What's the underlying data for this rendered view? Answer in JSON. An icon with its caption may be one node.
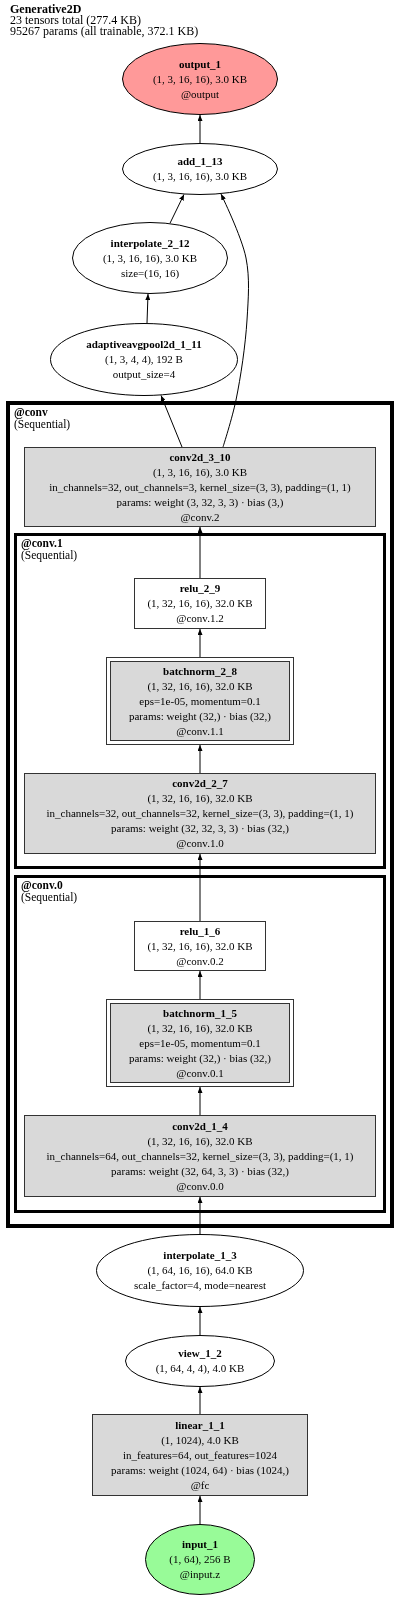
{
  "diagram": {
    "title": "Generative2D",
    "nodes": [
      {
        "text": [
          "output_1",
          "(1, 3, 16, 16), 3.0 KB",
          "@output"
        ]
      },
      {
        "text": [
          "add_1_13",
          "(1, 3, 16, 16), 3.0 KB"
        ]
      },
      {
        "text": [
          "interpolate_2_12",
          "(1, 3, 16, 16), 3.0 KB",
          "size=(16, 16)"
        ]
      },
      {
        "text": [
          "adaptiveavgpool2d_1_11",
          "(1, 3, 4, 4), 192 B",
          "output_size=4"
        ]
      },
      {
        "text": [
          "@conv",
          "(Sequential)"
        ]
      },
      {
        "text": [
          "conv2d_3_10",
          "(1, 3, 16, 16), 3.0 KB",
          "in_channels=32, out_channels=3, kernel_size=(3, 3), padding=(1, 1)",
          "params: weight (3, 32, 3, 3) · bias (3,)",
          "@conv.2"
        ],
        "in": 4
      },
      {
        "text": [
          "@conv.1",
          "(Sequential)"
        ],
        "in": 4
      },
      {
        "text": [
          "relu_2_9",
          "(1, 32, 16, 16), 32.0 KB",
          "@conv.1.2"
        ],
        "in": 6
      },
      {
        "text": [
          "batchnorm_2_8",
          "(1, 32, 16, 16), 32.0 KB",
          "eps=1e-05, momentum=0.1",
          "params: weight (32,) · bias (32,)",
          "@conv.1.1"
        ],
        "in": 6
      },
      {
        "text": [
          "conv2d_2_7",
          "(1, 32, 16, 16), 32.0 KB",
          "in_channels=32, out_channels=32, kernel_size=(3, 3), padding=(1, 1)",
          "params: weight (32, 32, 3, 3) · bias (32,)",
          "@conv.1.0"
        ],
        "in": 6
      },
      {
        "text": [
          "@conv.0",
          "(Sequential)"
        ],
        "in": 4
      },
      {
        "text": [
          "relu_1_6",
          "(1, 32, 16, 16), 32.0 KB",
          "@conv.0.2"
        ],
        "in": 10
      },
      {
        "text": [
          "batchnorm_1_5",
          "(1, 32, 16, 16), 32.0 KB",
          "eps=1e-05, momentum=0.1",
          "params: weight (32,) · bias (32,)",
          "@conv.0.1"
        ],
        "in": 10
      },
      {
        "text": [
          "conv2d_1_4",
          "(1, 32, 16, 16), 32.0 KB",
          "in_channels=64, out_channels=32, kernel_size=(3, 3), padding=(1, 1)",
          "params: weight (32, 64, 3, 3) · bias (32,)",
          "@conv.0.0"
        ],
        "in": 10
      },
      {
        "text": [
          "interpolate_1_3",
          "(1, 64, 16, 16), 64.0 KB",
          "scale_factor=4, mode=nearest"
        ]
      },
      {
        "text": [
          "view_1_2",
          "(1, 64, 4, 4), 4.0 KB"
        ]
      },
      {
        "text": [
          "linear_1_1",
          "(1, 1024), 4.0 KB",
          "in_features=64, out_features=1024",
          "params: weight (1024, 64) · bias (1024,)",
          "@fc"
        ]
      },
      {
        "text": [
          "input_1",
          "(1, 64), 256 B",
          "@input.z"
        ]
      }
    ],
    "edges": [
      {
        "from": 1,
        "to": 0,
        "arrow": "to"
      },
      {
        "from": 2,
        "to": 1,
        "arrow": "to"
      },
      {
        "from": 5,
        "to": 1,
        "arrow": "to"
      },
      {
        "from": 3,
        "to": 2,
        "arrow": "to"
      },
      {
        "from": 5,
        "to": 3,
        "arrow": "to"
      },
      {
        "from": 7,
        "to": 5,
        "arrow": "to"
      },
      {
        "from": 8,
        "to": 7,
        "arrow": "to"
      },
      {
        "from": 9,
        "to": 8,
        "arrow": "to"
      },
      {
        "from": 11,
        "to": 9,
        "arrow": "to"
      },
      {
        "from": 12,
        "to": 11,
        "arrow": "to"
      },
      {
        "from": 13,
        "to": 12,
        "arrow": "to"
      },
      {
        "from": 14,
        "to": 13,
        "arrow": "to"
      },
      {
        "from": 15,
        "to": 14,
        "arrow": "to"
      },
      {
        "from": 16,
        "to": 15,
        "arrow": "to"
      },
      {
        "from": 17,
        "to": 16,
        "arrow": "to"
      }
    ],
    "labels": [
      "23 tensors total (277.4 KB)",
      "95267 params (all trainable, 372.1 KB)"
    ]
  }
}
